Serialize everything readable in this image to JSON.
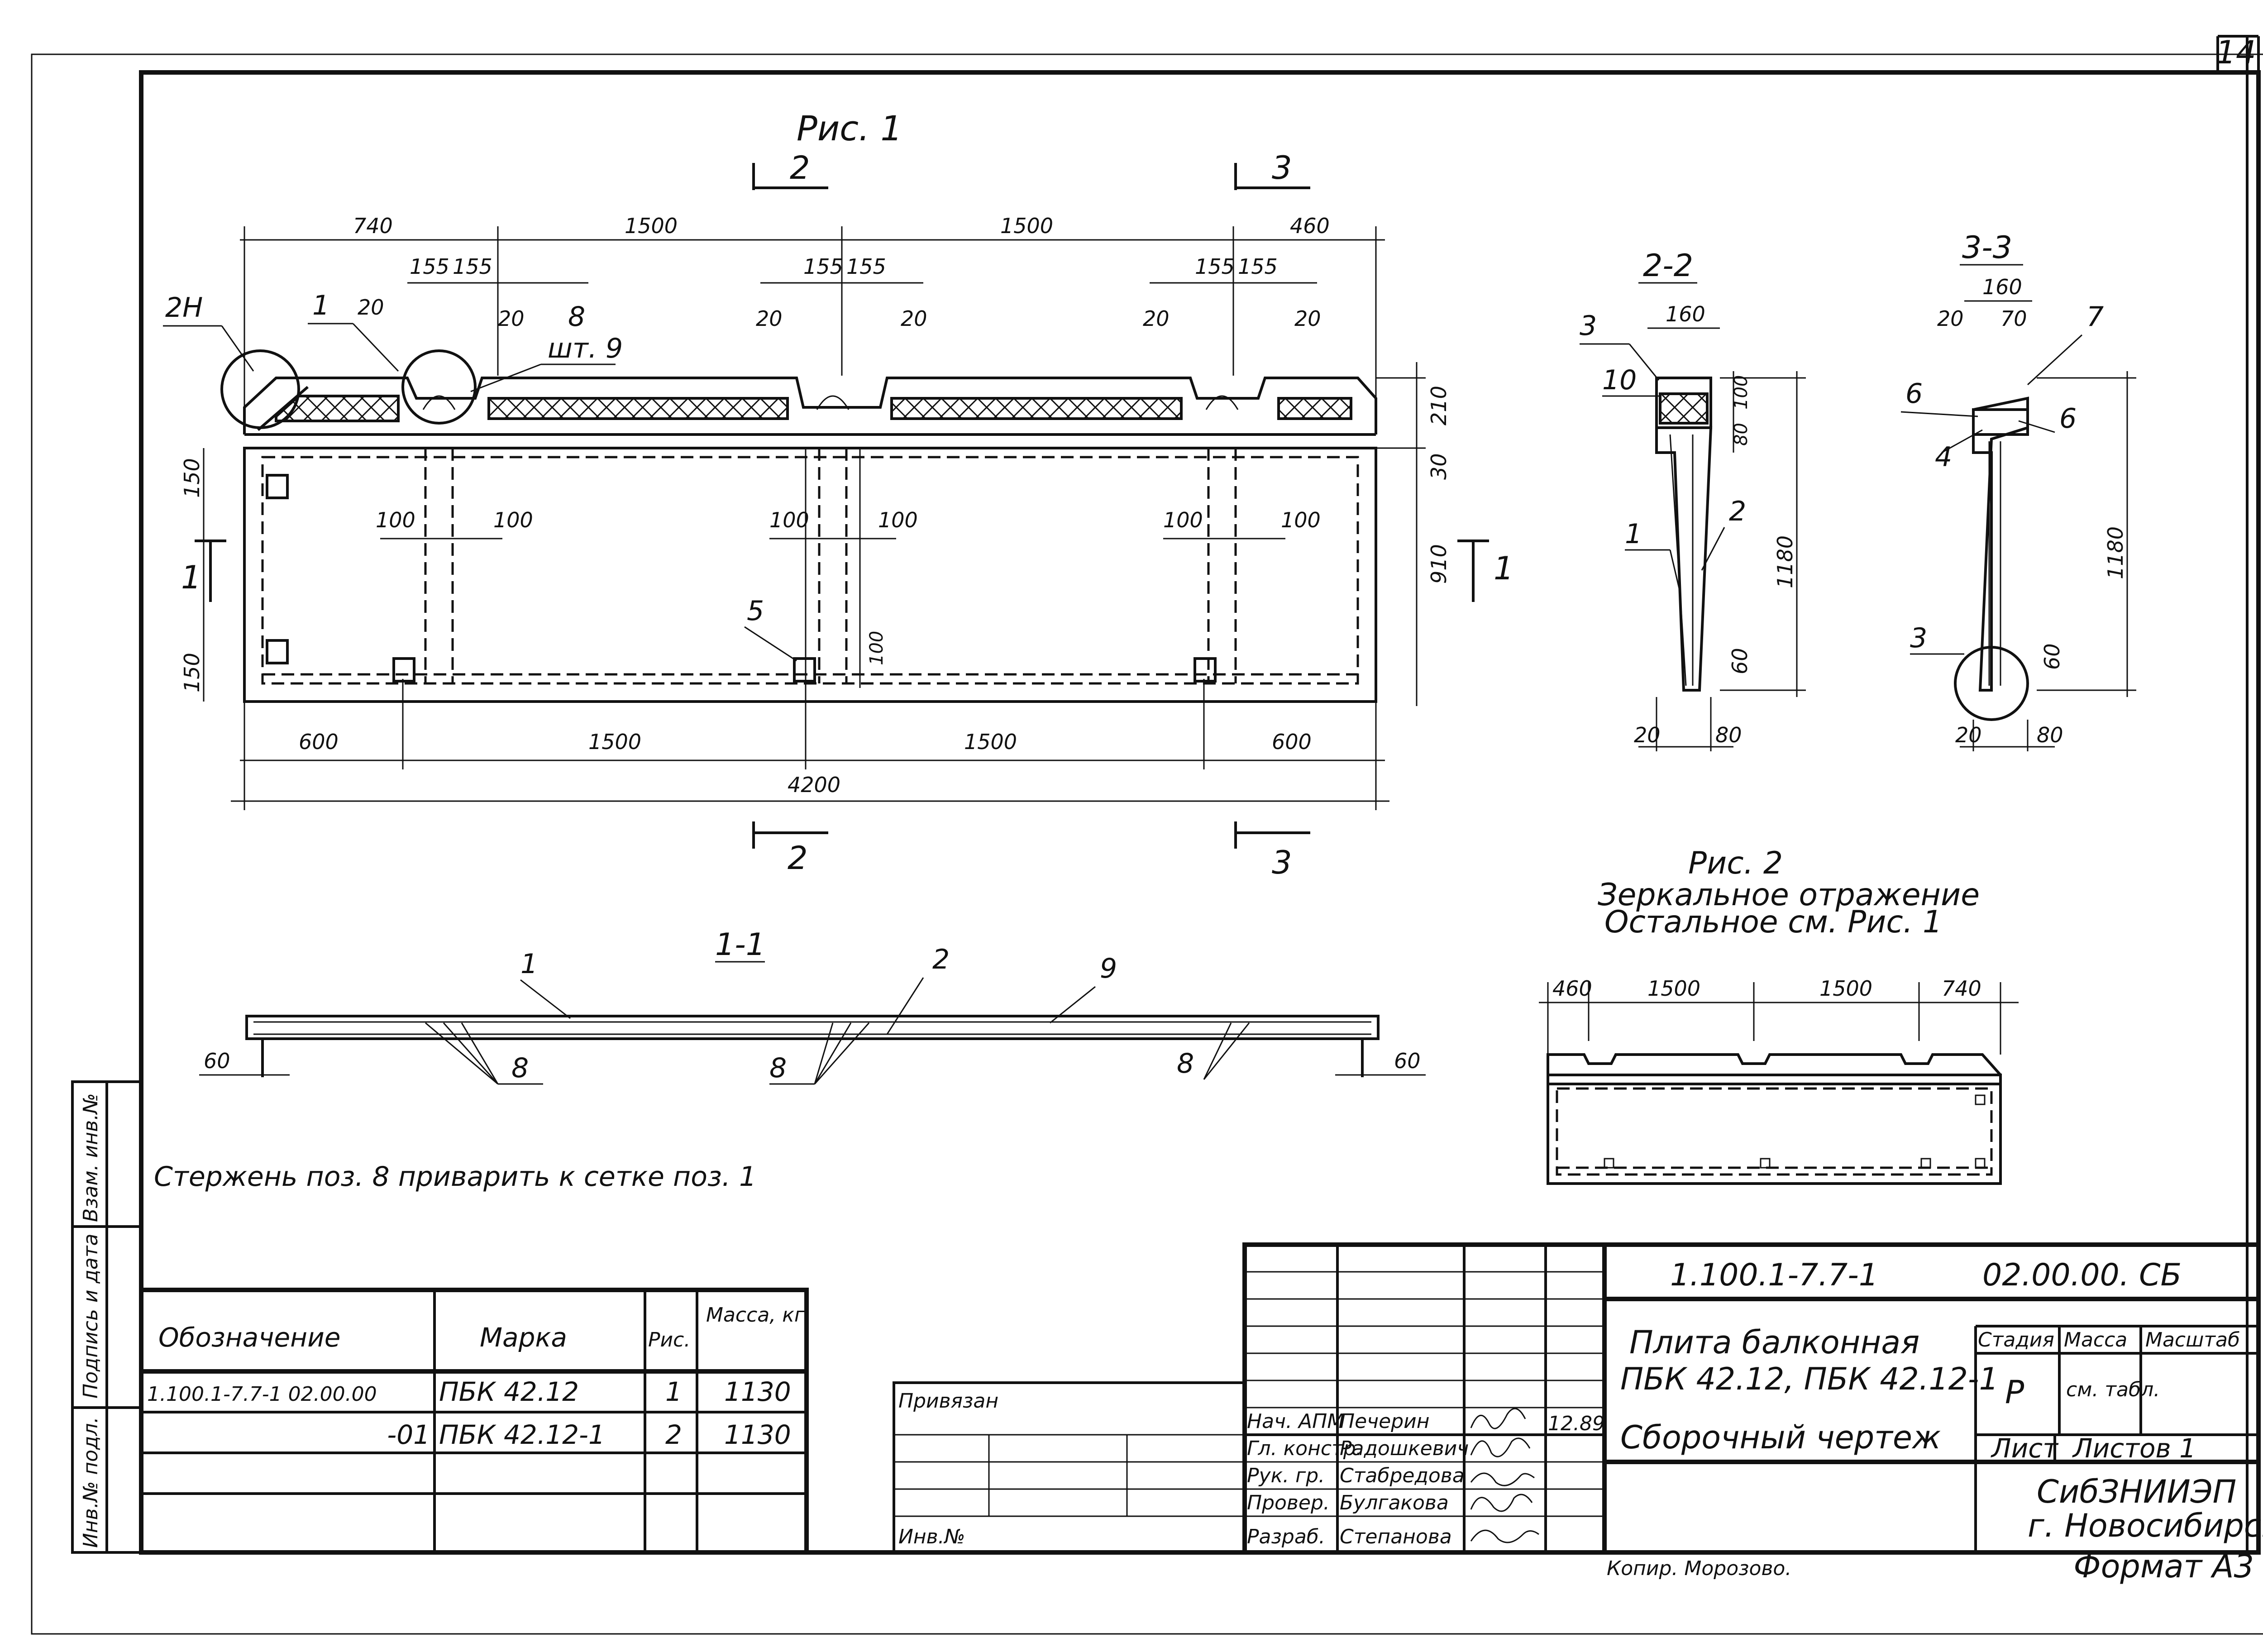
{
  "sheet": {
    "page_number": "14",
    "format": "Формат А3",
    "copied_by": "Копир. Морозово."
  },
  "figure1": {
    "title": "Рис. 1",
    "callouts": {
      "node": "2Н",
      "p1": "1",
      "p8": "8",
      "p8_qty": "шт. 9",
      "p5": "5"
    },
    "top_dims": [
      "740",
      "1500",
      "1500",
      "460"
    ],
    "rib_dims": [
      "155",
      "155"
    ],
    "small_dims": [
      "20",
      "20"
    ],
    "side_dims_right": [
      "210",
      "30",
      "910"
    ],
    "side_dims_left": [
      "150",
      "150"
    ],
    "inner_dims": [
      "100",
      "100"
    ],
    "bottom_dims": [
      "600",
      "1500",
      "1500",
      "600"
    ],
    "total_length": "4200",
    "hole_dim": "100",
    "section_marks": {
      "s1": "1",
      "s2": "2",
      "s3": "3"
    }
  },
  "section_1_1": {
    "title": "1-1",
    "callouts": [
      "1",
      "2",
      "9",
      "8",
      "8",
      "8"
    ],
    "end_dims": [
      "60",
      "60"
    ],
    "note": "Стержень поз. 8 приварить к сетке поз. 1"
  },
  "section_2_2": {
    "title": "2-2",
    "callouts": [
      "3",
      "10",
      "1",
      "2"
    ],
    "dims": [
      "160",
      "100",
      "80",
      "1180",
      "60",
      "20",
      "80"
    ]
  },
  "section_3_3": {
    "title": "3-3",
    "callouts": [
      "7",
      "6",
      "6",
      "4",
      "3"
    ],
    "dims": [
      "160",
      "20",
      "70",
      "1180",
      "60",
      "20",
      "80"
    ]
  },
  "figure2": {
    "title": "Рис. 2",
    "subtitle1": "Зеркальное отражение",
    "subtitle2": "Остальное см. Рис. 1",
    "dims": [
      "460",
      "1500",
      "1500",
      "740"
    ]
  },
  "spec_table": {
    "headers": [
      "Обозначение",
      "Марка",
      "Рис.",
      "Масса, кг"
    ],
    "rows": [
      [
        "1.100.1-7.7-1  02.00.00",
        "ПБК 42.12",
        "1",
        "1130"
      ],
      [
        "-01",
        "ПБК 42.12-1",
        "2",
        "1130"
      ]
    ]
  },
  "side_stamp": [
    "Инв.№ подл.",
    "Подпись и дата",
    "Взам. инв.№"
  ],
  "privyazan": {
    "label": "Привязан",
    "inv": "Инв.№"
  },
  "title_block": {
    "code": "1.100.1-7.7-1",
    "doc": "02.00.00. СБ",
    "name_line1": "Плита балконная",
    "name_line2": "ПБК 42.12, ПБК 42.12-1",
    "doc_type": "Сборочный чертеж",
    "stage_header": "Стадия",
    "mass_header": "Масса",
    "scale_header": "Масштаб",
    "stage": "Р",
    "mass_value": "см. табл.",
    "sheet_label": "Лист",
    "sheets_label": "Листов 1",
    "org1": "СибЗНИИЭП",
    "org2": "г. Новосибирск",
    "date": "12.89",
    "people": [
      {
        "role": "Нач. АПМ",
        "name": "Печерин"
      },
      {
        "role": "Гл. констр.",
        "name": "Радошкевич"
      },
      {
        "role": "Рук. гр.",
        "name": "Стабредова"
      },
      {
        "role": "Провер.",
        "name": "Булгакова"
      },
      {
        "role": "Разраб.",
        "name": "Степанова"
      }
    ]
  }
}
